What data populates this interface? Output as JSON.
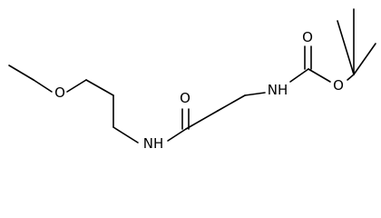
{
  "molecule": {
    "atoms": {
      "ether_oxygen": "O",
      "amide_nitrogen": "NH",
      "amide_oxygen": "O",
      "carbamate_nitrogen": "NH",
      "carbonyl_oxygen": "O",
      "ester_oxygen": "O"
    }
  },
  "colors": {
    "bond": "#000000",
    "label": "#000000",
    "background": "#ffffff"
  }
}
